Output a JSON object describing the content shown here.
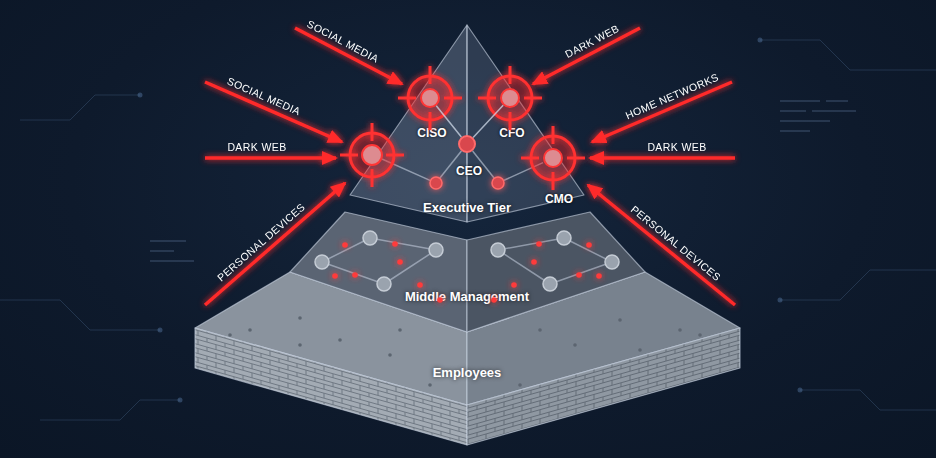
{
  "diagram": {
    "nodes": [
      {
        "text": [
          "Executive Tier"
        ]
      },
      {
        "text": [
          "CISO"
        ],
        "in": 0
      },
      {
        "text": [
          "CFO"
        ],
        "in": 0
      },
      {
        "text": [
          "CEO"
        ],
        "in": 0
      },
      {
        "text": [
          "CMO"
        ],
        "in": 0
      },
      {
        "text": [
          "Middle Management"
        ]
      },
      {
        "text": [
          "Employees"
        ]
      }
    ],
    "edges": [
      {
        "from": 1,
        "to": 3,
        "arrow": "none"
      },
      {
        "from": 2,
        "to": 3,
        "arrow": "none"
      }
    ],
    "labels": [
      "SOCIAL MEDIA",
      "DARK WEB",
      "SOCIAL MEDIA",
      "HOME NETWORKS",
      "DARK WEB",
      "DARK WEB",
      "PERSONAL DEVICES",
      "PERSONAL DEVICES"
    ]
  }
}
